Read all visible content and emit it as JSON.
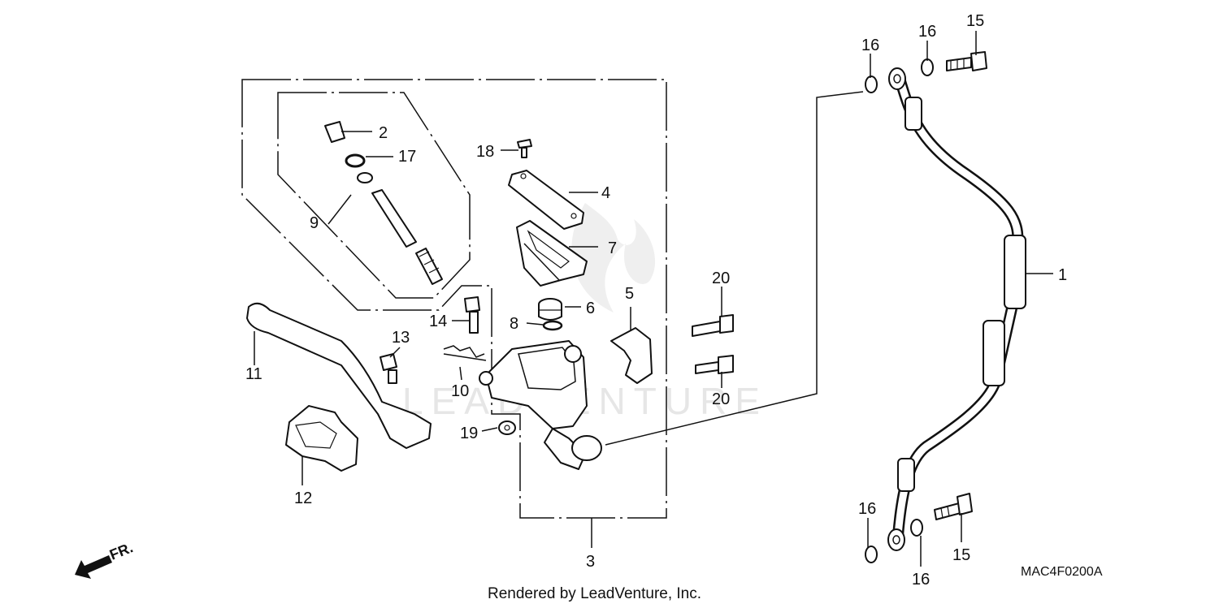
{
  "diagram": {
    "callouts": {
      "c1": "1",
      "c2": "2",
      "c3": "3",
      "c4": "4",
      "c5": "5",
      "c6": "6",
      "c7": "7",
      "c8": "8",
      "c9": "9",
      "c10": "10",
      "c11": "11",
      "c12": "12",
      "c13": "13",
      "c14": "14",
      "c15a": "15",
      "c15b": "15",
      "c16a": "16",
      "c16b": "16",
      "c16c": "16",
      "c16d": "16",
      "c17": "17",
      "c18": "18",
      "c19": "19",
      "c20a": "20",
      "c20b": "20"
    },
    "front_indicator": "FR.",
    "diagram_code": "MAC4F0200A",
    "watermark": "LEADVENTURE",
    "footer": "Rendered by LeadVenture, Inc."
  }
}
